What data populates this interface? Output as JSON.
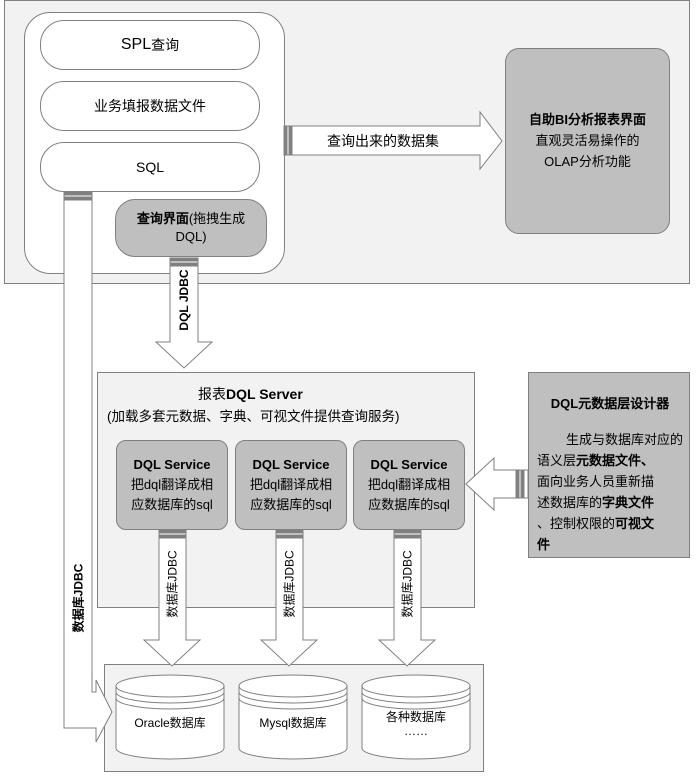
{
  "top": {
    "spl_query_a": "SPL",
    "spl_query_b": "查询",
    "fill_report": "业务填报数据文件",
    "sql": "SQL",
    "query_ui_a": "查询界面",
    "query_ui_b": "(拖拽生成",
    "query_ui_c": "DQL)",
    "dataset_arrow": "查询出来的数据集",
    "bi_title": "自助BI分析报表界面",
    "bi_line1": "直观灵活易操作的",
    "bi_line2": "OLAP分析功能"
  },
  "links": {
    "dql_jdbc": "DQL JDBC",
    "db_jdbc_left": "数据库JDBC",
    "db_jdbc_1": "数据库JDBC",
    "db_jdbc_2": "数据库JDBC",
    "db_jdbc_3": "数据库JDBC"
  },
  "server": {
    "title_a": "报表",
    "title_b": "DQL Server",
    "subtitle": "(加载多套元数据、字典、可视文件提供查询服务)",
    "services": [
      {
        "title": "DQL Service",
        "line1": "把dql翻译成相",
        "line2": "应数据库的sql"
      },
      {
        "title": "DQL Service",
        "line1": "把dql翻译成相",
        "line2": "应数据库的sql"
      },
      {
        "title": "DQL Service",
        "line1": "把dql翻译成相",
        "line2": "应数据库的sql"
      }
    ]
  },
  "designer": {
    "title": "DQL元数据层设计器",
    "l1": "生成与数据库对应的",
    "l2a": "语义层",
    "l2b": "元数据文件、",
    "l3": "面向业务人员重新描",
    "l4a": "述数据库的",
    "l4b": "字典文件",
    "l5a": "、控制权限的",
    "l5b": "可视文",
    "l6": "件"
  },
  "databases": [
    {
      "label": "Oracle数据库",
      "extra": ""
    },
    {
      "label": "Mysql数据库",
      "extra": ""
    },
    {
      "label": "各种数据库",
      "extra": "……"
    }
  ]
}
